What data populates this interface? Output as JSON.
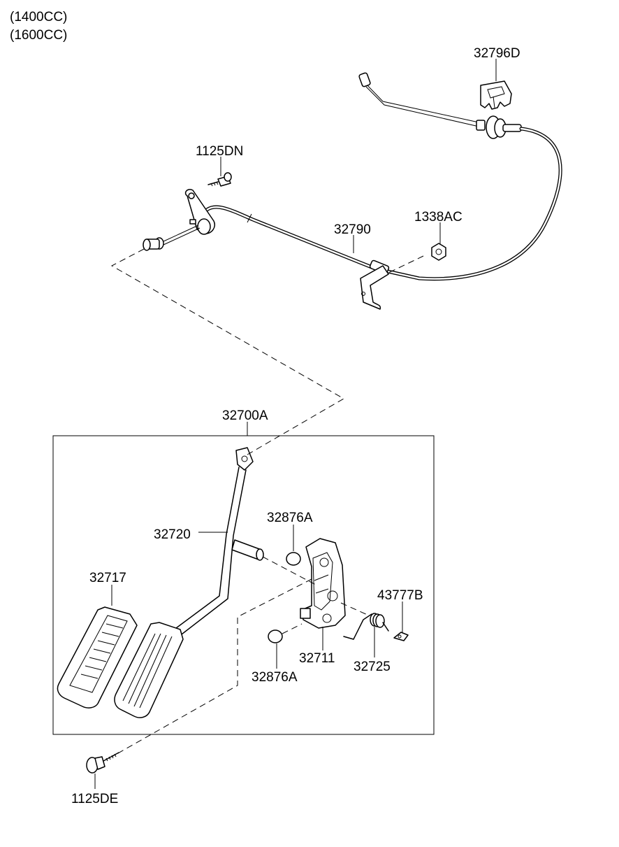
{
  "header": {
    "engine_1": "(1400CC)",
    "engine_2": "(1600CC)"
  },
  "labels": {
    "p32796D": "32796D",
    "p1125DN": "1125DN",
    "p32790": "32790",
    "p1338AC": "1338AC",
    "p32700A": "32700A",
    "p32876A_top": "32876A",
    "p32720": "32720",
    "p32717": "32717",
    "p43777B": "43777B",
    "p32711": "32711",
    "p32725": "32725",
    "p32876A_bottom": "32876A",
    "p1125DE": "1125DE"
  }
}
